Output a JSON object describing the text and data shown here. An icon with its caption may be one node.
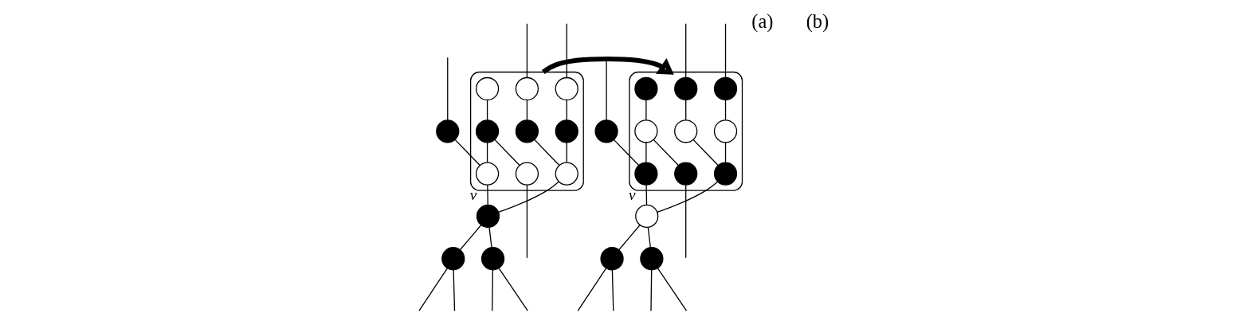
{
  "diagram": {
    "nodes": [
      {
        "text": [],
        "shape": "ellipse"
      },
      {
        "text": [],
        "shape": "circle",
        "in": 0
      },
      {
        "text": [],
        "shape": "circle",
        "in": 0
      },
      {
        "text": [],
        "shape": "circle",
        "in": 0
      },
      {
        "text": [],
        "shape": "circle",
        "in": 0
      },
      {
        "text": [],
        "shape": "circle",
        "in": 0
      },
      {
        "text": [],
        "shape": "circle"
      },
      {
        "text": [],
        "shape": "circle",
        "in": 0
      },
      {
        "text": [],
        "shape": "circle",
        "in": 0
      },
      {
        "text": [],
        "shape": "circle",
        "in": 0
      },
      {
        "text": [],
        "shape": "circle",
        "in": 0
      },
      {
        "text": [],
        "shape": "circle",
        "beside": [
          "v"
        ]
      },
      {
        "text": [],
        "shape": "circle"
      },
      {
        "text": [],
        "shape": "circle"
      },
      {
        "text": [],
        "shape": "ellipse"
      },
      {
        "text": [],
        "shape": "circle",
        "in": 14
      },
      {
        "text": [],
        "shape": "circle",
        "in": 14
      },
      {
        "text": [],
        "shape": "circle",
        "in": 14
      },
      {
        "text": [],
        "shape": "circle",
        "in": 14
      },
      {
        "text": [],
        "shape": "circle",
        "in": 14
      },
      {
        "text": [],
        "shape": "circle"
      },
      {
        "text": [],
        "shape": "circle",
        "in": 14
      },
      {
        "text": [],
        "shape": "circle",
        "in": 14
      },
      {
        "text": [],
        "shape": "circle",
        "in": 14
      },
      {
        "text": [],
        "shape": "circle",
        "in": 14
      },
      {
        "text": [],
        "shape": "circle",
        "beside": [
          "v"
        ]
      },
      {
        "text": [],
        "shape": "circle"
      },
      {
        "text": [],
        "shape": "circle"
      }
    ],
    "edges": [
      {
        "from": 1,
        "to": 2,
        "arrow": "none"
      },
      {
        "from": 3,
        "to": 4,
        "arrow": "none"
      },
      {
        "from": 4,
        "to": 5,
        "arrow": "none"
      },
      {
        "from": 2,
        "to": 5,
        "arrow": "none"
      },
      {
        "from": 5,
        "to": 11,
        "arrow": "none"
      },
      {
        "from": 10,
        "to": 11,
        "arrow": "none"
      },
      {
        "from": 6,
        "to": 10,
        "arrow": "none"
      },
      {
        "from": 7,
        "to": 9,
        "arrow": "none"
      },
      {
        "from": 9,
        "to": 10,
        "arrow": "none"
      },
      {
        "from": 9,
        "to": 8,
        "arrow": "none"
      },
      {
        "from": 11,
        "to": 12,
        "arrow": "none"
      },
      {
        "from": 11,
        "to": 13,
        "arrow": "none"
      },
      {
        "from": null,
        "to": 1,
        "arrow": "none"
      },
      {
        "from": null,
        "to": 3,
        "arrow": "none"
      },
      {
        "from": null,
        "to": 6,
        "arrow": "none"
      },
      {
        "from": 8,
        "to": null,
        "arrow": "none"
      },
      {
        "from": 12,
        "to": null,
        "arrow": "none"
      },
      {
        "from": 12,
        "to": null,
        "arrow": "none"
      },
      {
        "from": 13,
        "to": null,
        "arrow": "none"
      },
      {
        "from": 13,
        "to": null,
        "arrow": "none"
      },
      {
        "from": 0,
        "to": 14,
        "arrow": "to",
        "style": "thick"
      },
      {
        "from": 15,
        "to": 16,
        "arrow": "none"
      },
      {
        "from": 17,
        "to": 18,
        "arrow": "none"
      },
      {
        "from": 18,
        "to": 19,
        "arrow": "none"
      },
      {
        "from": 16,
        "to": 19,
        "arrow": "none"
      },
      {
        "from": 19,
        "to": 25,
        "arrow": "none"
      },
      {
        "from": 24,
        "to": 25,
        "arrow": "none"
      },
      {
        "from": 20,
        "to": 24,
        "arrow": "none"
      },
      {
        "from": 21,
        "to": 23,
        "arrow": "none"
      },
      {
        "from": 23,
        "to": 24,
        "arrow": "none"
      },
      {
        "from": 23,
        "to": 22,
        "arrow": "none"
      },
      {
        "from": 25,
        "to": 26,
        "arrow": "none"
      },
      {
        "from": 25,
        "to": 27,
        "arrow": "none"
      },
      {
        "from": null,
        "to": 15,
        "arrow": "none"
      },
      {
        "from": null,
        "to": 17,
        "arrow": "none"
      },
      {
        "from": null,
        "to": 20,
        "arrow": "none"
      },
      {
        "from": 22,
        "to": null,
        "arrow": "none"
      },
      {
        "from": 26,
        "to": null,
        "arrow": "none"
      },
      {
        "from": 26,
        "to": null,
        "arrow": "none"
      },
      {
        "from": 27,
        "to": null,
        "arrow": "none"
      },
      {
        "from": 27,
        "to": null,
        "arrow": "none"
      }
    ],
    "labels": [
      "(a)",
      "(b)"
    ]
  }
}
